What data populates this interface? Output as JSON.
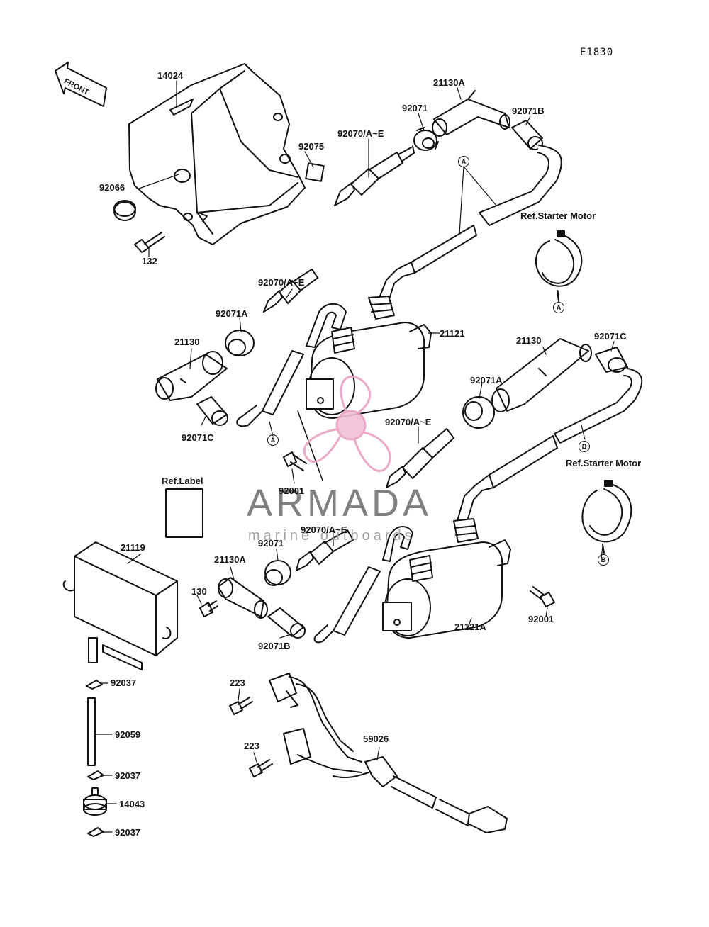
{
  "drawing_code": "E1830",
  "front_label": "FRONT",
  "watermark": {
    "name": "ARMADA",
    "tagline": "marine outboards",
    "logo_color": "#e8a0c0",
    "text_color": "#808080"
  },
  "callouts": {
    "c14024": "14024",
    "c92066": "92066",
    "c132": "132",
    "c92075": "92075",
    "c92070_top": "92070/A~E",
    "c92071_top": "92071",
    "c21130A_top": "21130A",
    "c92071B_top": "92071B",
    "ref_starter_1": "Ref.Starter Motor",
    "c92070_mid": "92070/A~E",
    "c92071A_left": "92071A",
    "c21130_left": "21130",
    "c92071C_left": "92071C",
    "c21121": "21121",
    "c21130_right": "21130",
    "c92071C_right": "92071C",
    "c92071A_right": "92071A",
    "c92070_right": "92070/A~E",
    "ref_starter_2": "Ref.Starter Motor",
    "c92001_mid": "92001",
    "ref_label": "Ref.Label",
    "c21119": "21119",
    "c92070_low": "92070/A~E",
    "c92071_low": "92071",
    "c21130A_low": "21130A",
    "c130": "130",
    "c92071B_low": "92071B",
    "c21121A": "21121A",
    "c92001_right": "92001",
    "c92037_1": "92037",
    "c92059": "92059",
    "c92037_2": "92037",
    "c14043": "14043",
    "c92037_3": "92037",
    "c223_1": "223",
    "c223_2": "223",
    "c59026": "59026"
  },
  "connector_marks": {
    "a": "A",
    "b": "B"
  }
}
